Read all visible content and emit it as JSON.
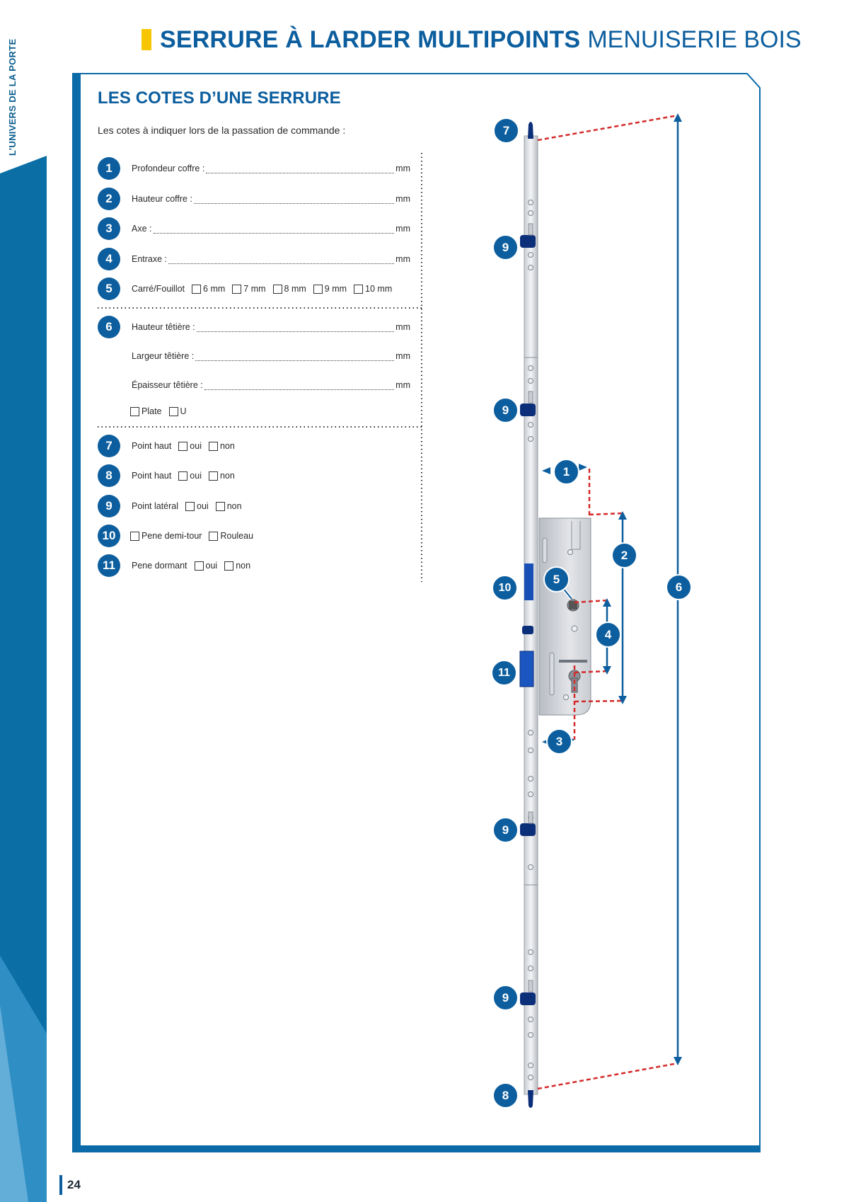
{
  "side_label": "L’UNIVERS DE LA PORTE",
  "header": {
    "title_bold": "SERRURE À LARDER MULTIPOINTS",
    "title_light": "MENUISERIE BOIS"
  },
  "section_title": "LES COTES D’UNE SERRURE",
  "intro": "Les cotes à indiquer lors de la passation de commande :",
  "unit": "mm",
  "rows": [
    {
      "num": "1",
      "label": "Profondeur coffre :"
    },
    {
      "num": "2",
      "label": "Hauteur coffre :"
    },
    {
      "num": "3",
      "label": "Axe :"
    },
    {
      "num": "4",
      "label": "Entraxe :"
    },
    {
      "num": "5",
      "label": "Carré/Fouillot",
      "options": [
        "6 mm",
        "7 mm",
        "8 mm",
        "9 mm",
        "10 mm"
      ]
    },
    {
      "num": "6",
      "label": "Hauteur têtière :"
    },
    {
      "label": "Largeur têtière :"
    },
    {
      "label": "Épaisseur têtière :"
    },
    {
      "options": [
        "Plate",
        "U"
      ]
    },
    {
      "num": "7",
      "label": "Point haut",
      "options": [
        "oui",
        "non"
      ]
    },
    {
      "num": "8",
      "label": "Point haut",
      "options": [
        "oui",
        "non"
      ]
    },
    {
      "num": "9",
      "label": "Point latéral",
      "options": [
        "oui",
        "non"
      ]
    },
    {
      "num": "10",
      "options": [
        "Pene demi-tour",
        "Rouleau"
      ]
    },
    {
      "num": "11",
      "label": "Pene dormant",
      "options": [
        "oui",
        "non"
      ]
    }
  ],
  "diagram_markers": [
    "7",
    "9",
    "9",
    "1",
    "2",
    "5",
    "10",
    "4",
    "6",
    "11",
    "3",
    "9",
    "9",
    "8"
  ],
  "page_number": "24",
  "colors": {
    "brand_blue": "#0c5e9e",
    "accent_yellow": "#f7c600",
    "dimension_red": "#d42a2a",
    "panel_border": "#0b6aa8"
  }
}
